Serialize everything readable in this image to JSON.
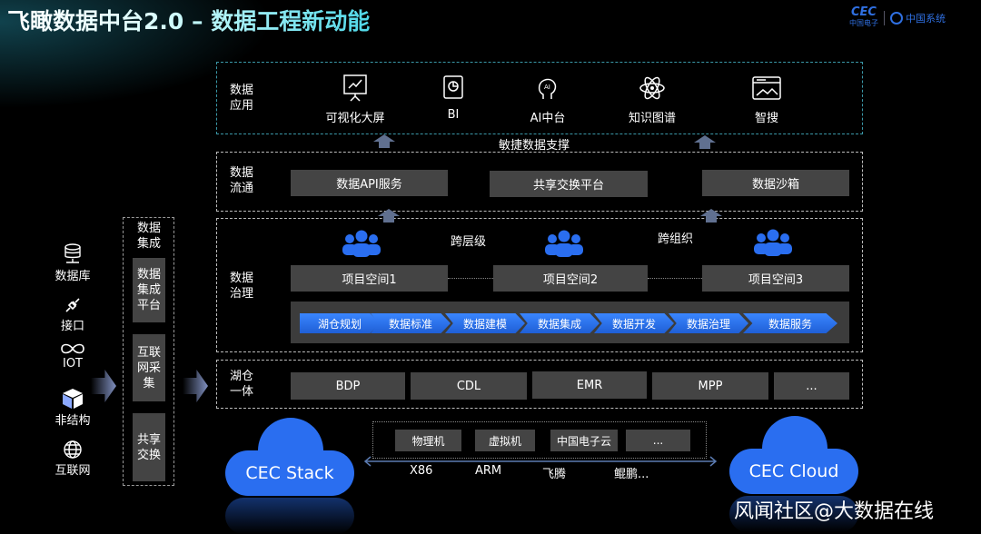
{
  "title": "飞瞰数据中台2.0 – 数据工程新动能",
  "logo": {
    "cec": "CEC",
    "cec_sub": "中国电子",
    "sys": "中国系统"
  },
  "apps": {
    "label": "数据应用",
    "items": [
      {
        "label": "可视化大屏",
        "icon": "presentation-chart-icon"
      },
      {
        "label": "BI",
        "icon": "bi-report-icon"
      },
      {
        "label": "AI中台",
        "icon": "ai-head-icon"
      },
      {
        "label": "知识图谱",
        "icon": "atom-icon"
      },
      {
        "label": "智搜",
        "icon": "search-window-icon"
      }
    ]
  },
  "support_label": "敏捷数据支撑",
  "flow": {
    "label": "数据流通",
    "items": [
      "数据API服务",
      "共享交换平台",
      "数据沙箱"
    ]
  },
  "governance": {
    "label": "数据治理",
    "cross_level": "跨层级",
    "cross_org": "跨组织",
    "projects": [
      "项目空间1",
      "项目空间2",
      "项目空间3"
    ],
    "pipeline": [
      "湖仓规划",
      "数据标准",
      "数据建模",
      "数据集成",
      "数据开发",
      "数据治理",
      "数据服务"
    ]
  },
  "lakehouse": {
    "label": "湖仓一体",
    "items": [
      "BDP",
      "CDL",
      "EMR",
      "MPP",
      "..."
    ]
  },
  "infra": {
    "left_cloud": "CEC Stack",
    "right_cloud": "CEC Cloud",
    "hosts": [
      "物理机",
      "虚拟机",
      "中国电子云",
      "..."
    ],
    "archs": [
      "X86",
      "ARM",
      "飞腾",
      "鲲鹏..."
    ]
  },
  "sources": [
    {
      "label": "数据库",
      "icon": "database-icon"
    },
    {
      "label": "接口",
      "icon": "plug-icon"
    },
    {
      "label": "IOT",
      "icon": "iot-infinity-icon"
    },
    {
      "label": "非结构",
      "icon": "cube-icon"
    },
    {
      "label": "互联网",
      "icon": "globe-icon"
    }
  ],
  "integration": {
    "label": "数据集成",
    "items": [
      "数据集成平台",
      "互联网采集",
      "共享交换"
    ]
  },
  "watermark": "风闻社区@大数据在线"
}
